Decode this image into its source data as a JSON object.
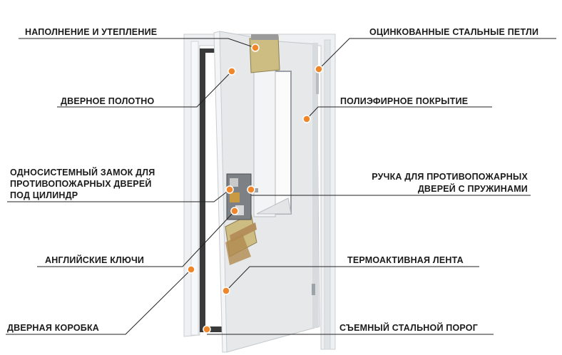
{
  "labels": {
    "fill_insulation": "НАПОЛНЕНИЕ И УТЕПЛЕНИЕ",
    "hinges": "ОЦИНКОВАННЫЕ СТАЛЬНЫЕ ПЕТЛИ",
    "door_leaf": "ДВЕРНОЕ ПОЛОТНО",
    "polyester_coating": "ПОЛИЭФИРНОЕ ПОКРЫТИЕ",
    "lock_lines": [
      "ОДНОСИСТЕМНЫЙ ЗАМОК ДЛЯ",
      "ПРОТИВОПОЖАРНЫХ ДВЕРЕЙ",
      "ПОД ЦИЛИНДР"
    ],
    "handle_lines": [
      "РУЧКА ДЛЯ ПРОТИВОПОЖАРНЫХ",
      "ДВЕРЕЙ С ПРУЖИНАМИ"
    ],
    "english_keys": "АНГЛИЙСКИЕ КЛЮЧИ",
    "thermo_tape": "ТЕРМОАКТИВНАЯ ЛЕНТА",
    "door_frame": "ДВЕРНАЯ КОРОБКА",
    "steel_threshold": "СЪЕМНЫЙ СТАЛЬНОЙ ПОРОГ"
  },
  "colors": {
    "marker": "#f0862a",
    "line": "#222222",
    "door": "#e9ebed",
    "insulation": "#cdbd82",
    "frame_dark": "#3a3a3a"
  }
}
